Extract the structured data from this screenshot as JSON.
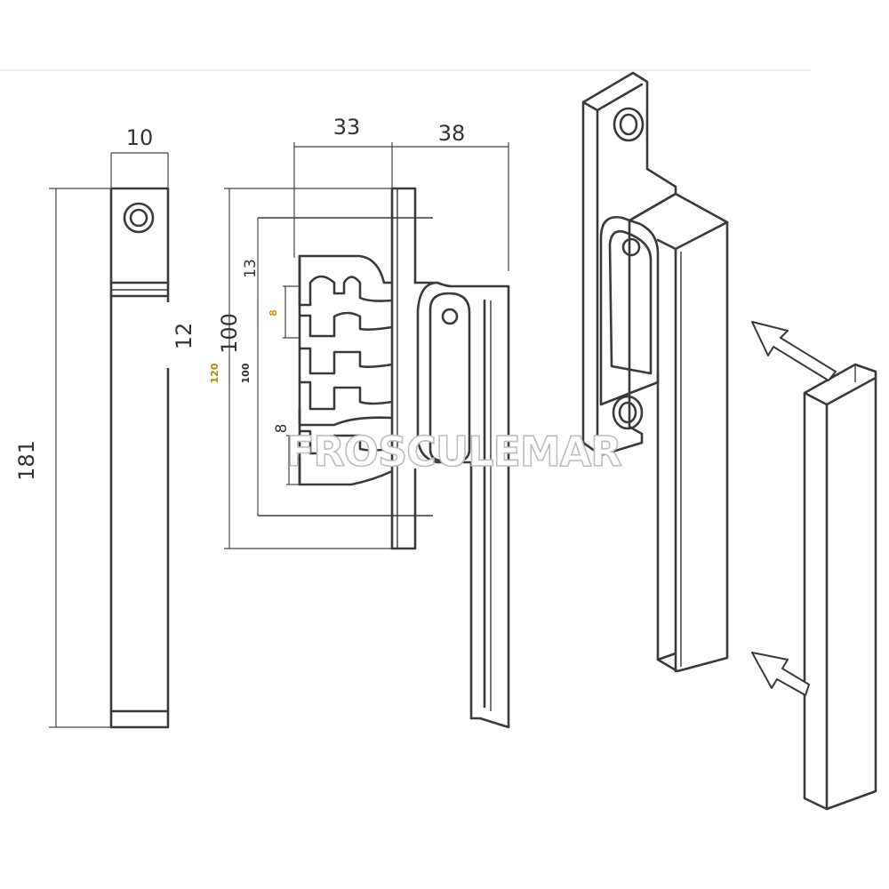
{
  "dimensions": {
    "width_10": "10",
    "height_181": "181",
    "offset_12": "12",
    "spacing_100": "100",
    "pitch_13": "13",
    "pitch_8": "8",
    "depth_33": "33",
    "depth_38": "38",
    "inner_8": "8",
    "inner_8b": "8",
    "inner_120": "120",
    "inner_100": "100"
  },
  "watermark": "FROSCULEMAR",
  "colors": {
    "line": "#3a3a3a",
    "background": "#ffffff",
    "tiny_label": "#c8a400"
  }
}
